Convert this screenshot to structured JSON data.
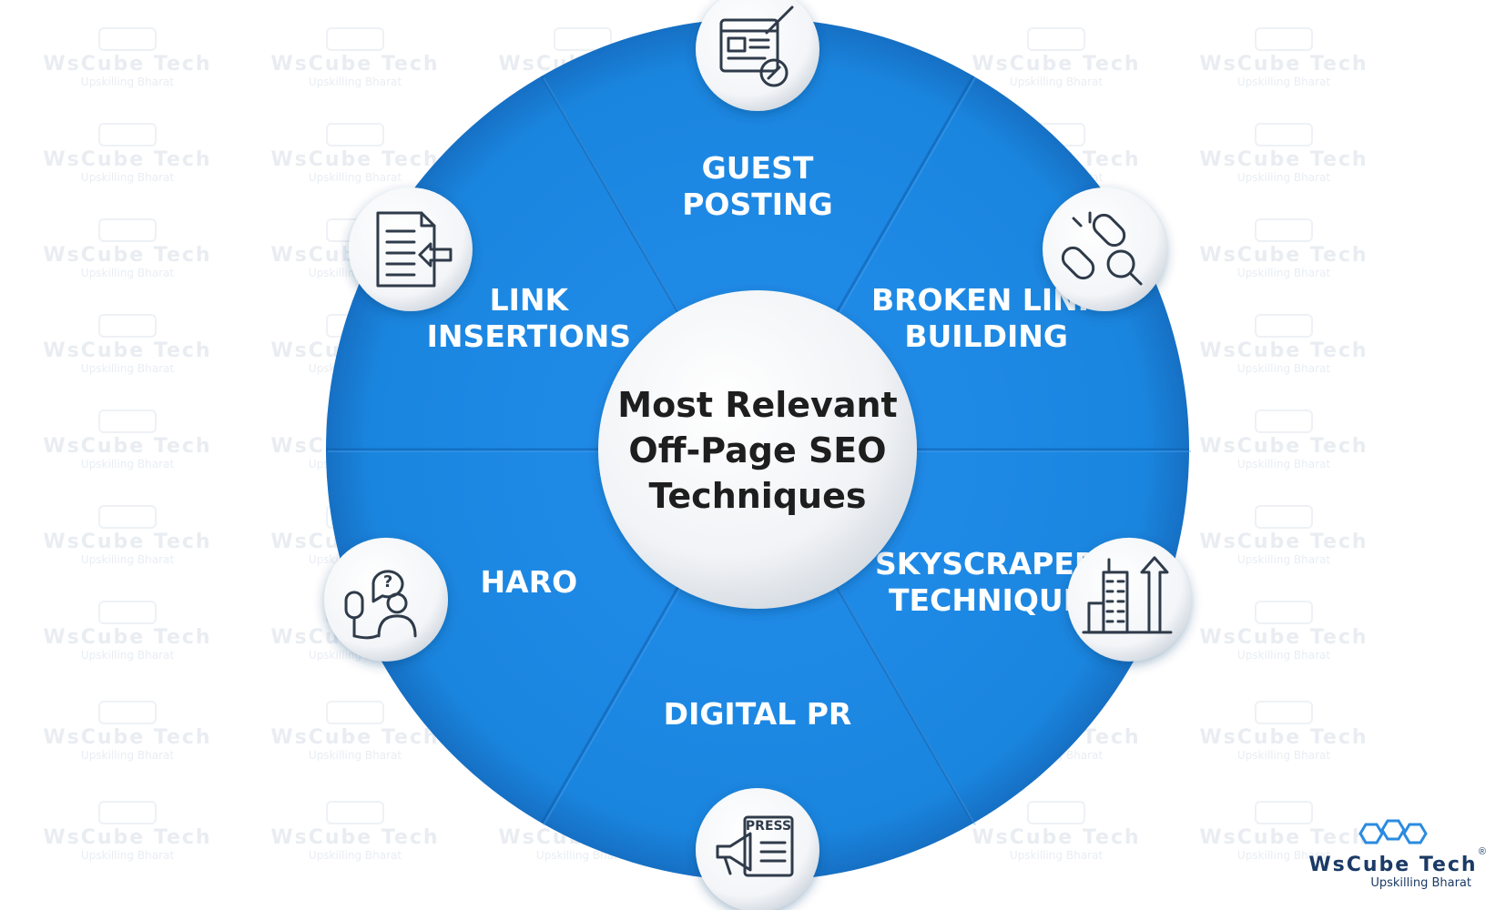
{
  "center": {
    "lines": [
      "Most Relevant",
      "Off-Page SEO",
      "Techniques"
    ]
  },
  "segments": [
    {
      "label_lines": [
        "GUEST",
        "POSTING"
      ],
      "icon": "web-page-link-icon"
    },
    {
      "label_lines": [
        "BROKEN LINK",
        "BUILDING"
      ],
      "icon": "broken-chain-search-icon"
    },
    {
      "label_lines": [
        "SKYSCRAPER",
        "TECHNIQUE"
      ],
      "icon": "building-growth-arrow-icon"
    },
    {
      "label_lines": [
        "DIGITAL PR"
      ],
      "icon": "press-megaphone-icon"
    },
    {
      "label_lines": [
        "HARO"
      ],
      "icon": "microphone-interview-icon"
    },
    {
      "label_lines": [
        "LINK",
        "INSERTIONS"
      ],
      "icon": "document-insert-icon"
    }
  ],
  "watermark": {
    "name": "WsCube Tech",
    "tagline": "Upskilling Bharat"
  },
  "logo": {
    "name": "WsCube Tech",
    "tagline": "Upskilling Bharat",
    "registered": "®"
  },
  "colors": {
    "ring": "#1a85de",
    "ring_dark": "#1670c4",
    "seam": "#0f5fae",
    "label": "#ffffff",
    "center_text": "#1e1e1e",
    "icon_stroke": "#2f3b4a",
    "logo_blue": "#2b8be0"
  }
}
